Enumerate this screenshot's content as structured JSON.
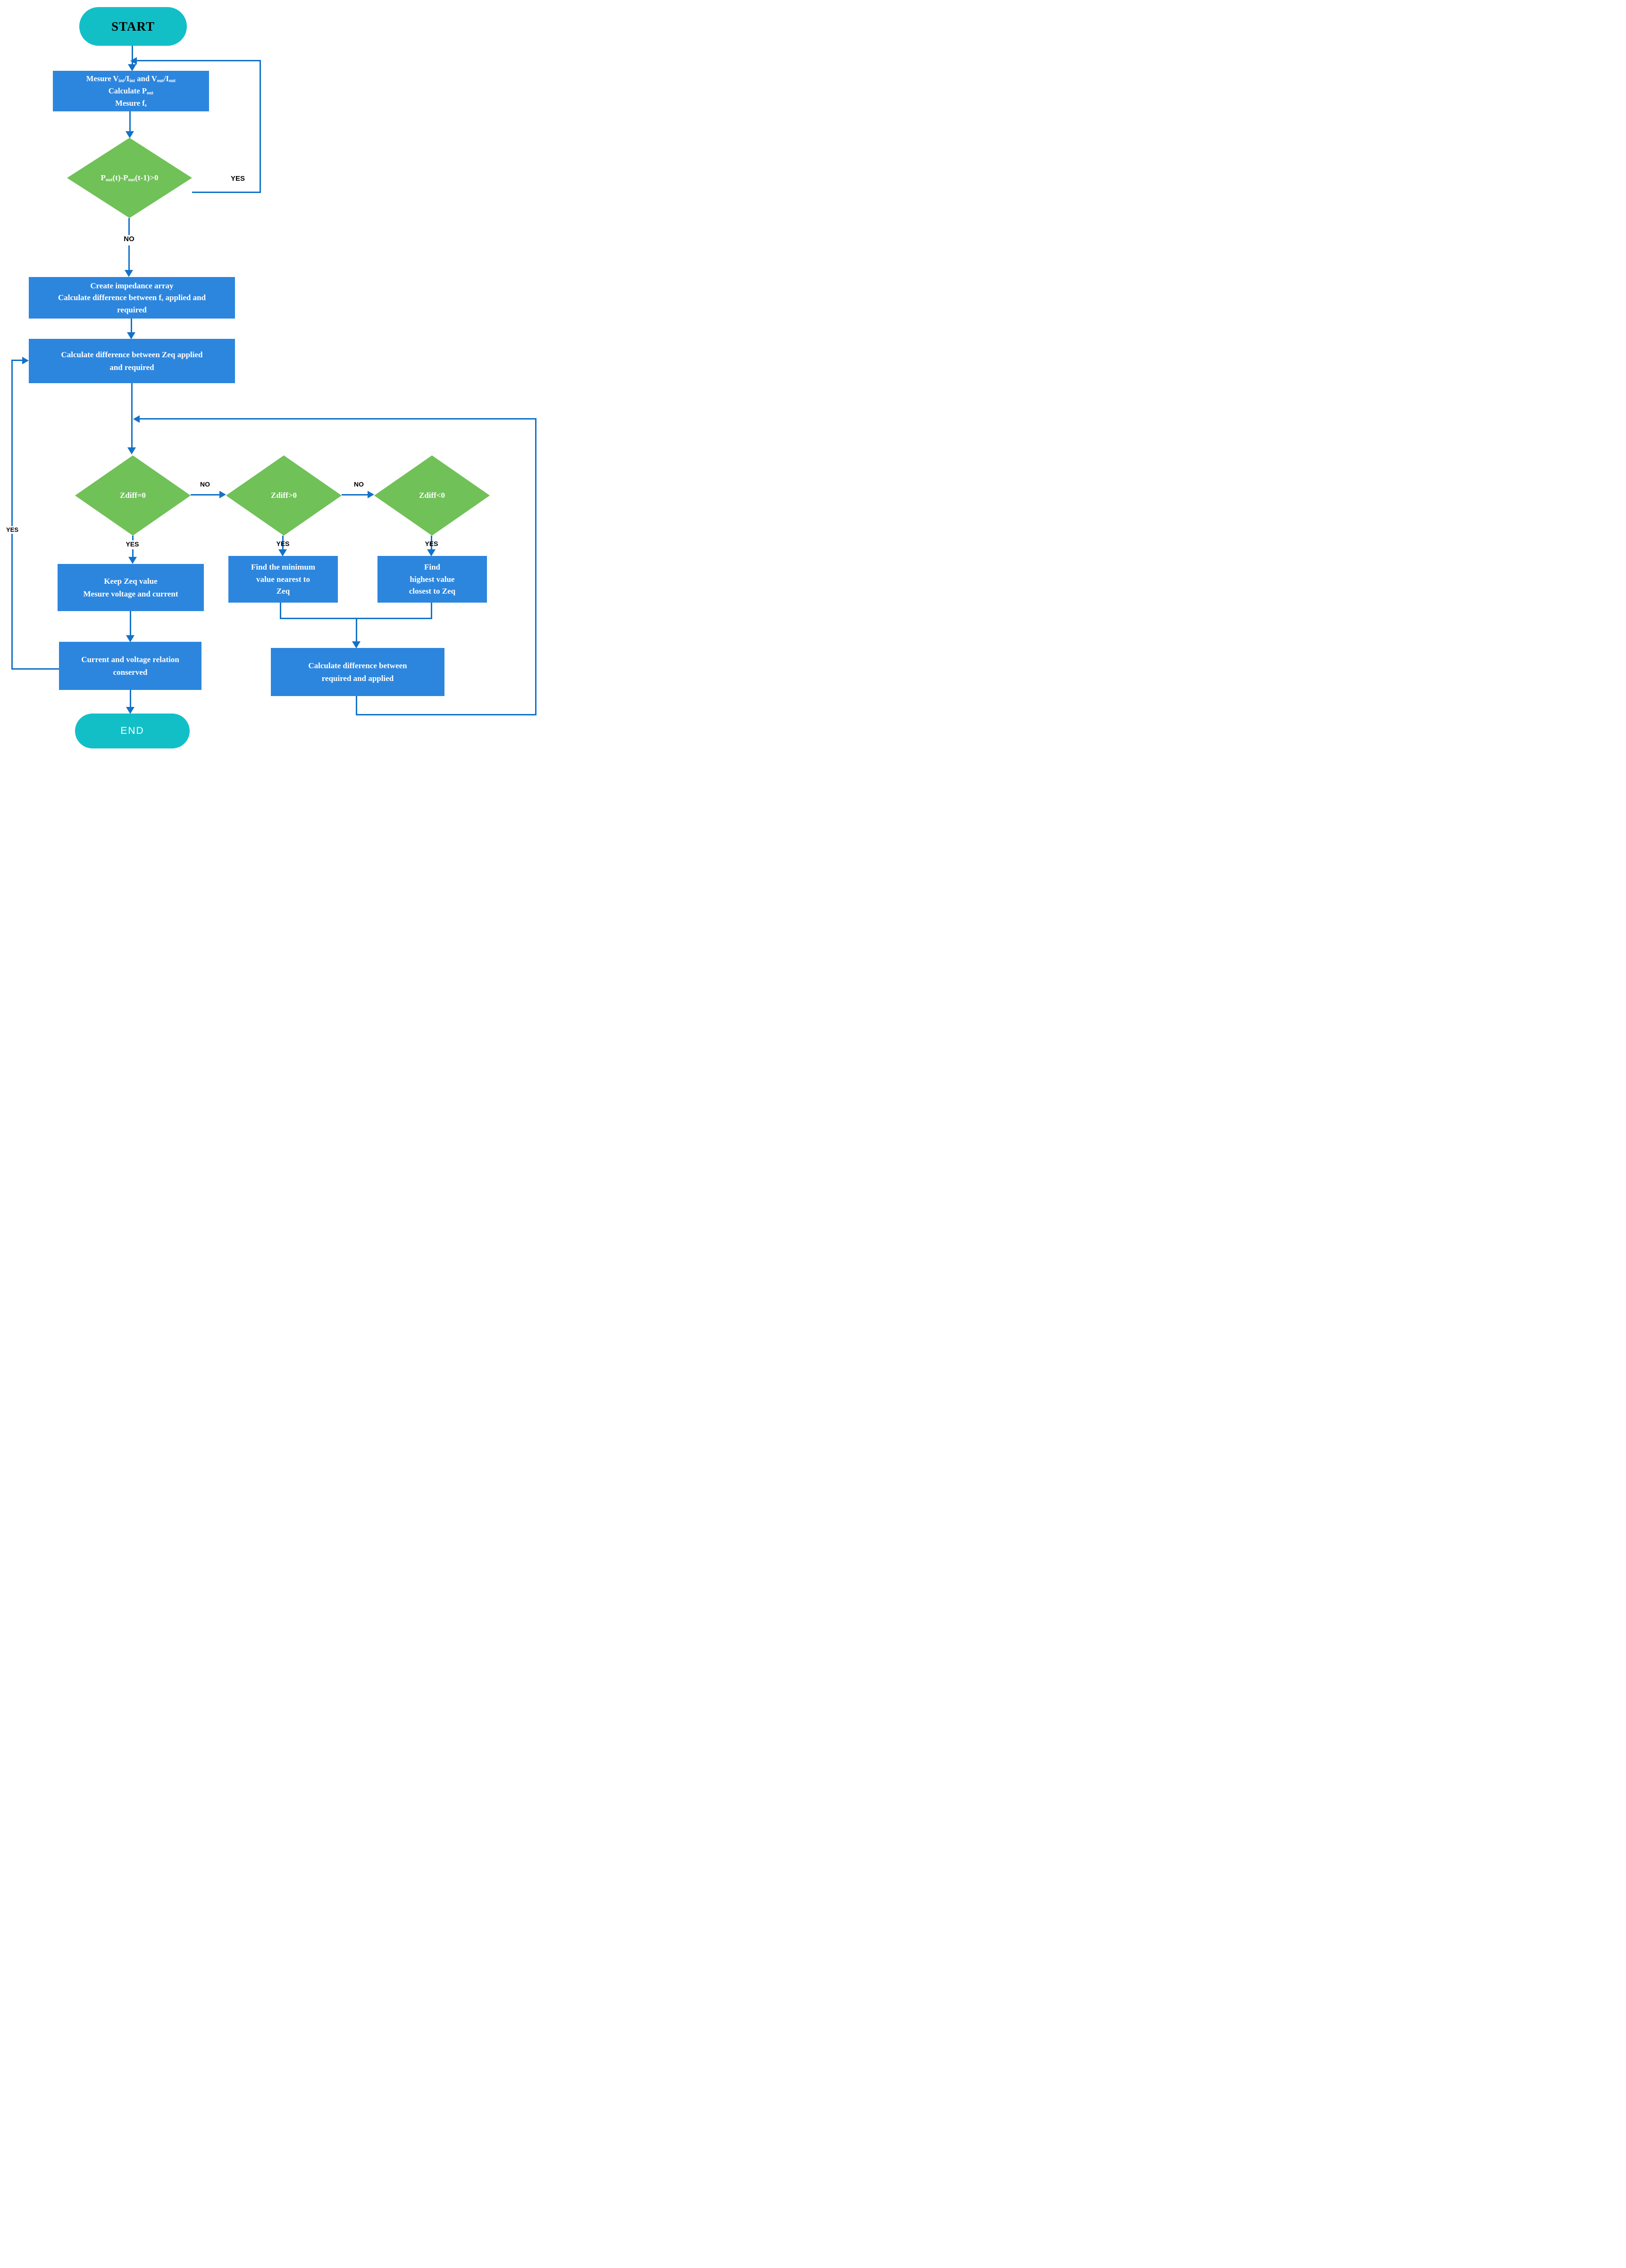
{
  "title": "Impedance matching control flowchart",
  "colors": {
    "process_blue": "#2D86DE",
    "connector_blue": "#1472C8",
    "decision_green": "#70C158",
    "terminal_teal": "#13BFC7",
    "label_text": "#000000",
    "shape_text": "#FFFFFF"
  },
  "nodes": {
    "start": {
      "label": "START"
    },
    "measure": {
      "lines": [
        "Mesure V_{int}/I_{int} and V_{out}/I_{out}",
        "Calculate P_{out}",
        "Mesure f_{s}"
      ]
    },
    "power_check": {
      "label": "P_{out}(t)-P_{out}(t-1)>0"
    },
    "impedance_array": {
      "lines": [
        "Create impedance array",
        "Calculate difference between f_{s} applied and",
        "required"
      ]
    },
    "zeq_difference": {
      "lines": [
        "Calculate difference between Zeq applied",
        "and required"
      ]
    },
    "zdiff_zero": {
      "label": "Zdiff=0"
    },
    "zdiff_positive": {
      "label": "Zdiff>0"
    },
    "zdiff_negative": {
      "label": "Zdiff<0"
    },
    "keep_zeq": {
      "lines": [
        "Keep Zeq value",
        "Mesure voltage and current"
      ]
    },
    "find_minimum": {
      "lines": [
        "Find the minimum",
        "value nearest to",
        "Zeq"
      ]
    },
    "find_highest": {
      "lines": [
        "Find",
        "highest value",
        "closest to Zeq"
      ]
    },
    "required_applied_difference": {
      "lines": [
        "Calculate difference between",
        "required and applied"
      ]
    },
    "relation_conserved": {
      "lines": [
        "Current and voltage relation",
        "conserved"
      ]
    },
    "end": {
      "label": "END"
    }
  },
  "edge_labels": {
    "power_yes": "YES",
    "power_no": "NO",
    "zdiff_zero_no": "NO",
    "zdiff_positive_no": "NO",
    "zdiff_zero_yes": "YES",
    "zdiff_positive_yes": "YES",
    "zdiff_negative_yes": "YES",
    "conserved_yes": "YES"
  }
}
